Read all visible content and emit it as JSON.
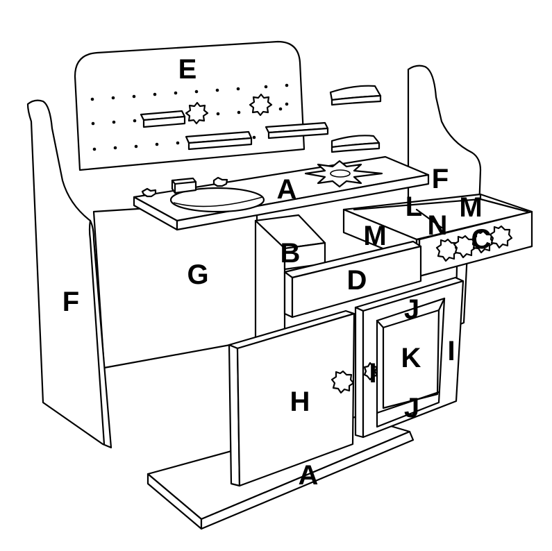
{
  "labels": {
    "backboard": "E",
    "countertop": "A",
    "base": "A",
    "left_side": "F",
    "right_side": "F",
    "back_panel": "G",
    "divider": "B",
    "drawer_front": "D",
    "left_door": "H",
    "door_stile_left": "I",
    "door_stile_right": "I",
    "door_rail_top": "J",
    "door_rail_bottom": "J",
    "door_panel": "K",
    "drawer_side_left": "M",
    "drawer_side_right": "M",
    "drawer_back": "L",
    "drawer_bottom": "N",
    "drawer_front_knobs": "C"
  },
  "colors": {
    "line": "#000000",
    "fill": "#ffffff"
  }
}
